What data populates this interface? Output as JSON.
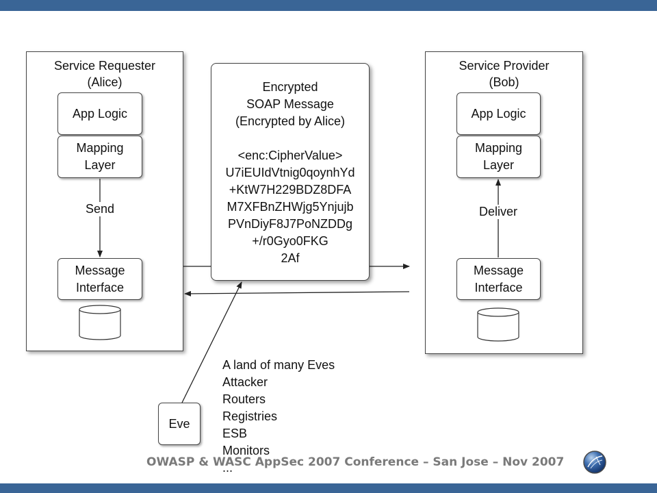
{
  "colors": {
    "bar": "#3a6596",
    "footer_text": "#7a7a7a"
  },
  "requester": {
    "title_line1": "Service Requester",
    "title_line2": "(Alice)",
    "app_logic": "App Logic",
    "mapping_line1": "Mapping",
    "mapping_line2": "Layer",
    "action": "Send",
    "interface_line1": "Message",
    "interface_line2": "Interface"
  },
  "provider": {
    "title_line1": "Service Provider",
    "title_line2": "(Bob)",
    "app_logic": "App Logic",
    "mapping_line1": "Mapping",
    "mapping_line2": "Layer",
    "action": "Deliver",
    "interface_line1": "Message",
    "interface_line2": "Interface"
  },
  "message": {
    "lines": [
      "Encrypted",
      "SOAP Message",
      "(Encrypted by Alice)",
      "",
      "<enc:CipherValue>",
      "U7iEUIdVtnig0qoynhYd",
      "+KtW7H229BDZ8DFA",
      "M7XFBnZHWjg5Ynjujb",
      "PVnDiyF8J7PoNZDDg",
      "+/r0Gyo0FKG",
      "2Af"
    ]
  },
  "eve": {
    "label": "Eve"
  },
  "eves_list": [
    "A land of many Eves",
    "Attacker",
    "Routers",
    "Registries",
    "ESB",
    "Monitors",
    "..."
  ],
  "footer": {
    "text": "OWASP & WASC AppSec 2007 Conference – San Jose – Nov 2007"
  },
  "logo": {
    "icon": "owasp-globe-logo"
  }
}
